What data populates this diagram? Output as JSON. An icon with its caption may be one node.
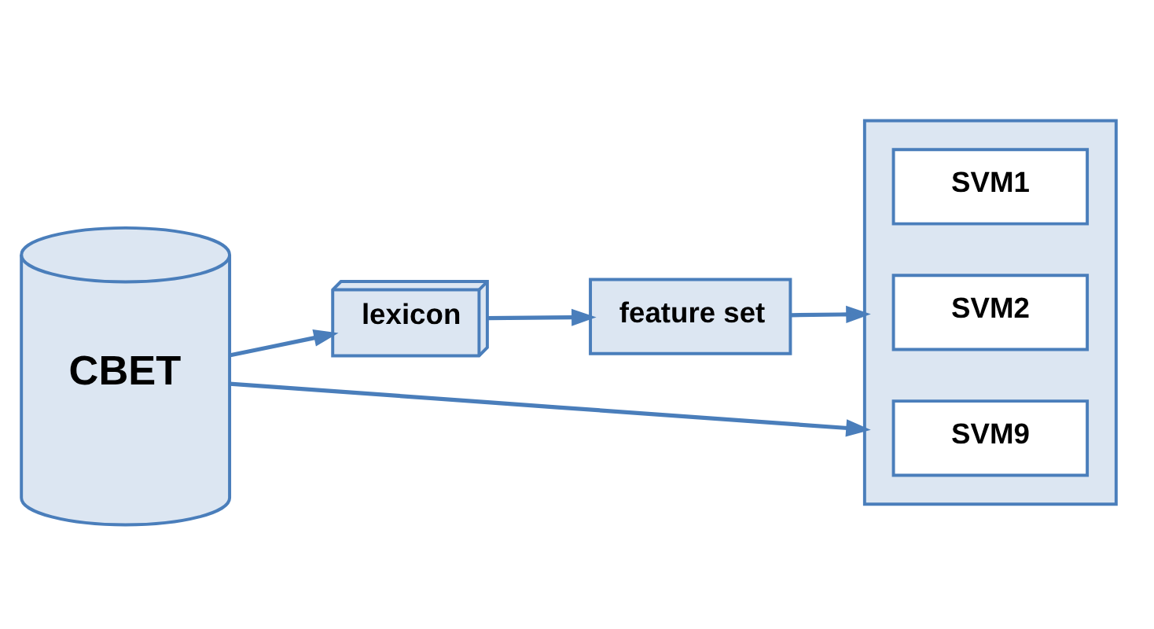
{
  "diagram": {
    "nodes": [
      {
        "text": [
          "CBET"
        ]
      },
      {
        "text": [
          "lexicon"
        ]
      },
      {
        "text": [
          "feature set"
        ]
      },
      {
        "text": [],
        "shape": "box"
      },
      {
        "text": [
          "SVM1"
        ],
        "in": 3
      },
      {
        "text": [
          "SVM2"
        ],
        "in": 3
      },
      {
        "text": [
          "SVM9"
        ],
        "in": 3
      }
    ],
    "edges": [
      {
        "from": 0,
        "to": 1,
        "arrow": "to"
      },
      {
        "from": 1,
        "to": 2,
        "arrow": "to"
      },
      {
        "from": 2,
        "to": 3,
        "arrow": "to"
      },
      {
        "from": 0,
        "to": 3,
        "arrow": "to"
      }
    ]
  }
}
